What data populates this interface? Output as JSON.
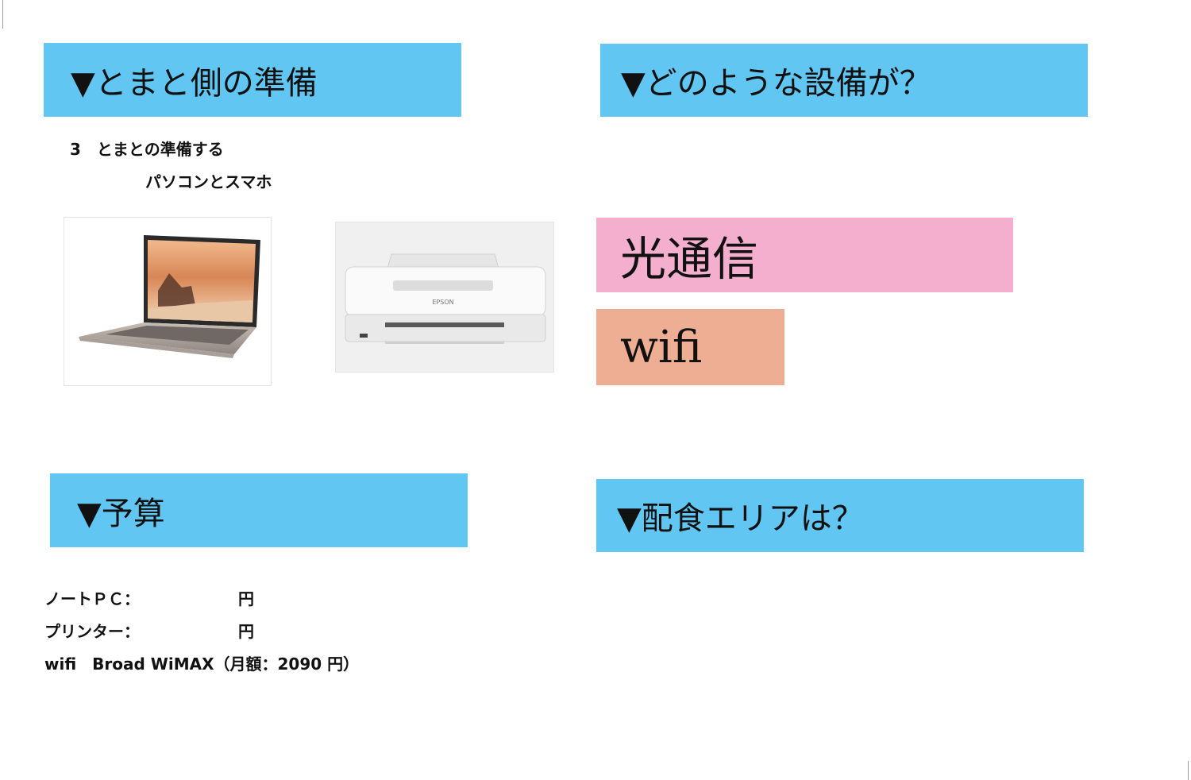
{
  "left_top": {
    "header": "▼とまと側の準備",
    "item": "3　とまとの準備する",
    "subitem": "パソコンとスマホ"
  },
  "right_top": {
    "header": "▼どのような設備が？",
    "tag_fiber": "光通信",
    "tag_wifi": "wifi",
    "color_fiber": "#f3afcd",
    "color_wifi": "#eeae93"
  },
  "images": {
    "laptop": "laptop-photo",
    "printer": "printer-photo",
    "printer_brand": "EPSON"
  },
  "budget": {
    "header": "▼予算",
    "rows": [
      {
        "label": "ノートＰＣ：",
        "unit": "円"
      },
      {
        "label": "プリンター：",
        "unit": "円"
      }
    ],
    "wifi_line": "wifi　Broad WiMAX（月額：2090 円）"
  },
  "delivery": {
    "header": "▼配食エリアは？"
  },
  "colors": {
    "header_bg": "#62c6f2"
  }
}
